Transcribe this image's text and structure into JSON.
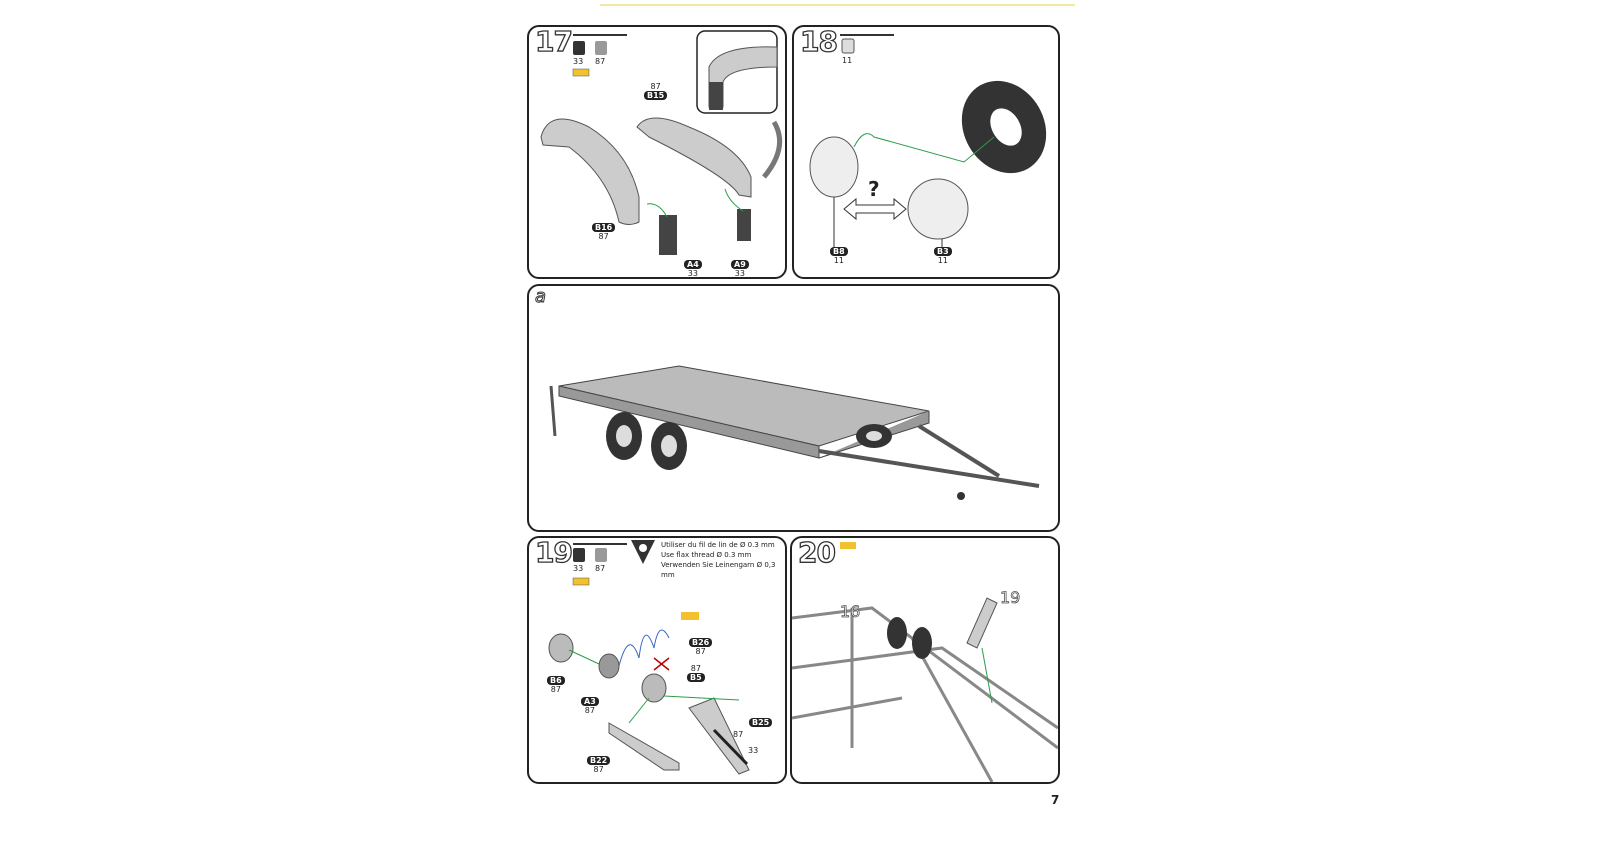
{
  "page_number": "7",
  "steps": {
    "s17": {
      "number": "17",
      "paints": [
        "33",
        "87"
      ],
      "parts": [
        {
          "code": "B15",
          "paint": "87"
        },
        {
          "code": "B16",
          "paint": "87"
        },
        {
          "code": "A4",
          "paint": "33"
        },
        {
          "code": "A9",
          "paint": "33"
        }
      ]
    },
    "s18": {
      "number": "18",
      "paints": [
        "11"
      ],
      "question": "?",
      "parts": [
        {
          "code": "B8",
          "paint": "11"
        },
        {
          "code": "B3",
          "paint": "11"
        }
      ]
    },
    "sa": {
      "letter": "a"
    },
    "s19": {
      "number": "19",
      "paints": [
        "33",
        "87"
      ],
      "notes": [
        "Utiliser du fil de lin de Ø 0.3 mm",
        "Use flax thread Ø 0.3 mm",
        "Verwenden Sie Leinengarn Ø 0,3 mm"
      ],
      "parts": [
        {
          "code": "B26",
          "paint": "87"
        },
        {
          "code": "B5",
          "paint": "87"
        },
        {
          "code": "B6",
          "paint": "87"
        },
        {
          "code": "A3",
          "paint": "87"
        },
        {
          "code": "B25",
          "paint": "87"
        },
        {
          "code": "B22",
          "paint": "87"
        }
      ],
      "extra_paint": "33"
    },
    "s20": {
      "number": "20",
      "refs": [
        "16",
        "19"
      ]
    }
  }
}
